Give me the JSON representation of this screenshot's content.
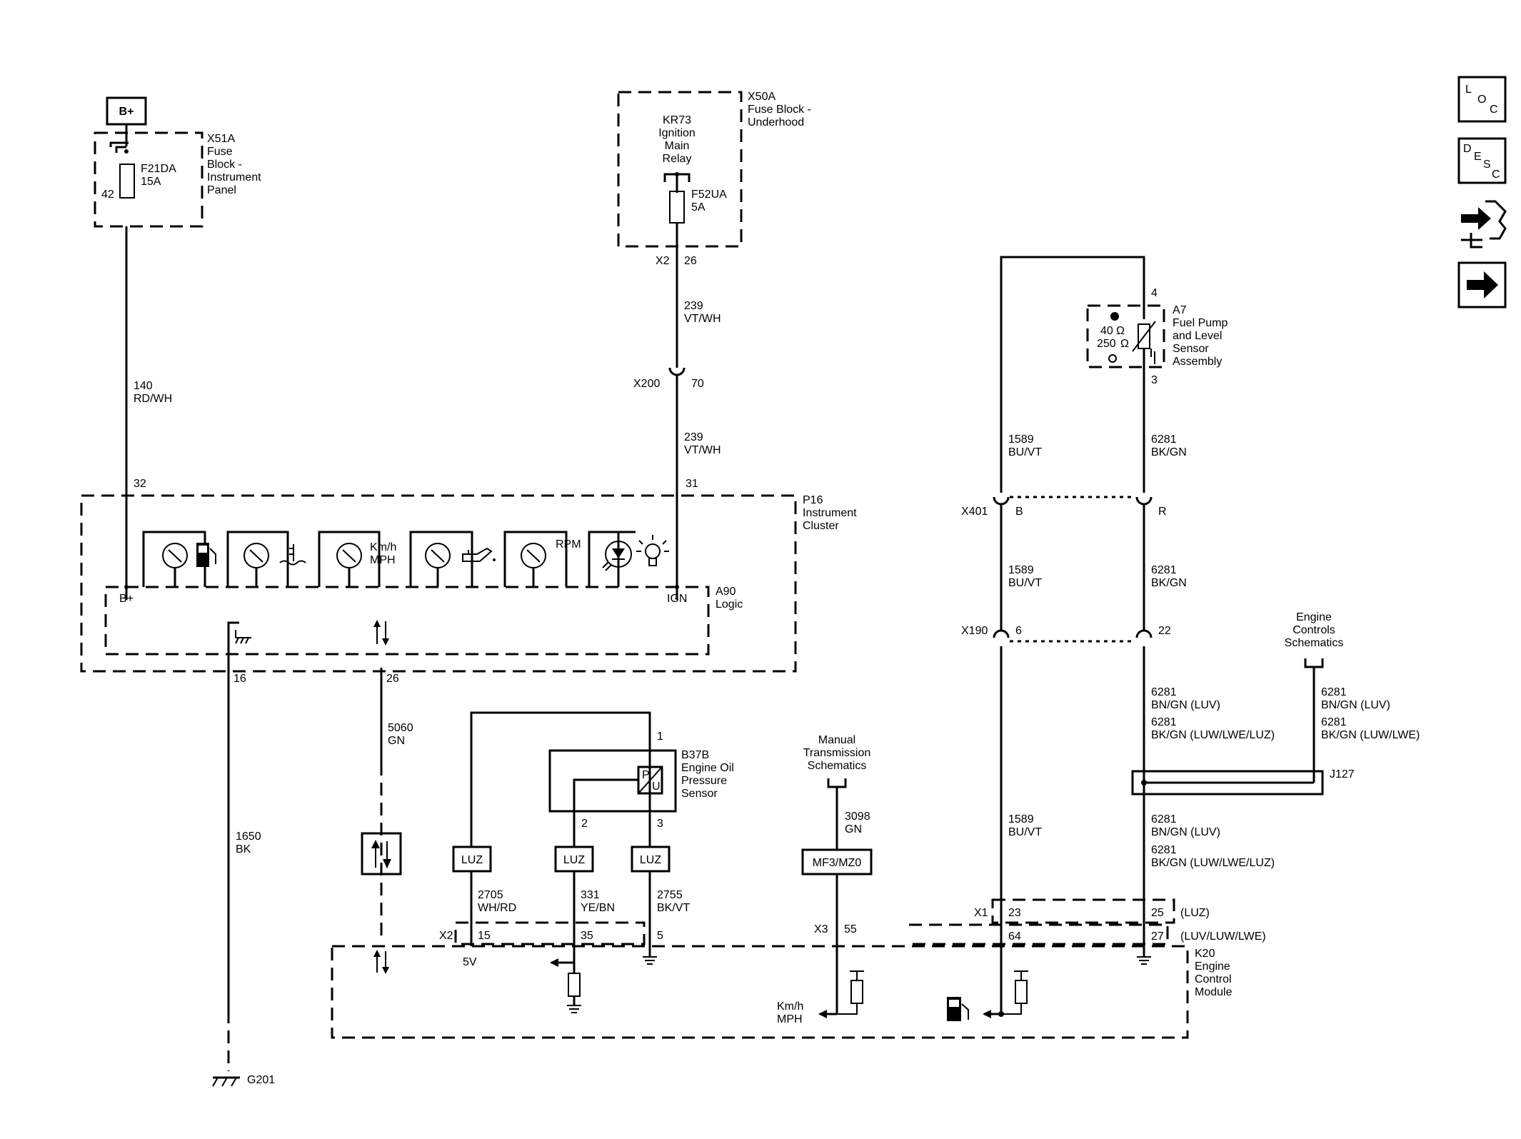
{
  "battery": {
    "label": "B+"
  },
  "x51a": {
    "lines": [
      "X51A",
      "Fuse",
      "Block -",
      "Instrument",
      "Panel"
    ],
    "fuse": [
      "F21DA",
      "15A"
    ],
    "pin": "42"
  },
  "wire140": {
    "lines": [
      "140",
      "RD/WH"
    ]
  },
  "x50a": {
    "lines": [
      "X50A",
      "Fuse Block -",
      "Underhood"
    ],
    "relay": [
      "KR73",
      "Ignition",
      "Main",
      "Relay"
    ],
    "fuse": [
      "F52UA",
      "5A"
    ],
    "conn": "X2",
    "pin": "26"
  },
  "wire239a": {
    "lines": [
      "239",
      "VT/WH"
    ]
  },
  "x200": {
    "name": "X200",
    "pin": "70"
  },
  "wire239b": {
    "lines": [
      "239",
      "VT/WH"
    ]
  },
  "p16": {
    "pin_b": "32",
    "pin_ign": "31",
    "lines": [
      "P16",
      "Instrument",
      "Cluster"
    ],
    "a90": [
      "A90",
      "Logic"
    ],
    "b_plus": "B+",
    "ign": "IGN",
    "speed": [
      "Km/h",
      "MPH"
    ],
    "rpm": "RPM",
    "pin_gnd": "16",
    "pin_data": "26"
  },
  "wire5060": {
    "lines": [
      "5060",
      "GN"
    ]
  },
  "wire1650": {
    "lines": [
      "1650",
      "BK"
    ]
  },
  "g201": {
    "label": "G201"
  },
  "b37b": {
    "pin1": "1",
    "pin2": "2",
    "pin3": "3",
    "lines": [
      "B37B",
      "Engine Oil",
      "Pressure",
      "Sensor"
    ],
    "p": "P",
    "u": "U"
  },
  "luz": {
    "label": "LUZ"
  },
  "wire2705": {
    "lines": [
      "2705",
      "WH/RD"
    ]
  },
  "wire331": {
    "lines": [
      "331",
      "YE/BN"
    ]
  },
  "wire2755": {
    "lines": [
      "2755",
      "BK/VT"
    ]
  },
  "x2k": {
    "name": "X2",
    "pin15": "15",
    "pin35": "35",
    "pin5": "5",
    "v5": "5V"
  },
  "mts": {
    "lines": [
      "Manual",
      "Transmission",
      "Schematics"
    ]
  },
  "wire3098": {
    "lines": [
      "3098",
      "GN"
    ]
  },
  "mf3": {
    "label": "MF3/MZ0"
  },
  "x3": {
    "name": "X3",
    "pin": "55"
  },
  "k20": {
    "lines": [
      "K20",
      "Engine",
      "Control",
      "Module"
    ],
    "speed": [
      "Km/h",
      "MPH"
    ]
  },
  "a7": {
    "pin4": "4",
    "pin3": "3",
    "r40": "40",
    "r250": "250",
    "ohm": "Ω",
    "lines": [
      "A7",
      "Fuel Pump",
      "and Level",
      "Sensor",
      "Assembly"
    ]
  },
  "wire1589a": {
    "lines": [
      "1589",
      "BU/VT"
    ]
  },
  "wire6281a": {
    "lines": [
      "6281",
      "BK/GN"
    ]
  },
  "x401": {
    "name": "X401",
    "pinB": "B",
    "pinR": "R"
  },
  "wire1589b": {
    "lines": [
      "1589",
      "BU/VT"
    ]
  },
  "wire6281b": {
    "lines": [
      "6281",
      "BK/GN"
    ]
  },
  "x190": {
    "name": "X190",
    "pin6": "6",
    "pin22": "22"
  },
  "ecs": {
    "lines": [
      "Engine",
      "Controls",
      "Schematics"
    ]
  },
  "wire6281c": {
    "lines": [
      "6281",
      "BN/GN (LUV)",
      "6281",
      "BK/GN (LUW/LWE/LUZ)"
    ]
  },
  "wire6281d": {
    "lines": [
      "6281",
      "BN/GN (LUV)",
      "6281",
      "BK/GN (LUW/LWE)"
    ]
  },
  "j127": {
    "label": "J127"
  },
  "wire1589c": {
    "lines": [
      "1589",
      "BU/VT"
    ]
  },
  "wire6281e": {
    "lines": [
      "6281",
      "BN/GN (LUV)",
      "6281",
      "BK/GN (LUW/LWE/LUZ)"
    ]
  },
  "x1": {
    "name": "X1",
    "pin23": "23",
    "pin25": "25",
    "luz": "(LUZ)",
    "pin64": "64",
    "pin27": "27",
    "luv": "(LUV/LUW/LWE)"
  },
  "side_icons": {
    "loc": [
      "L",
      "O",
      "C"
    ],
    "desc": [
      "D",
      "E",
      "S",
      "C"
    ]
  }
}
